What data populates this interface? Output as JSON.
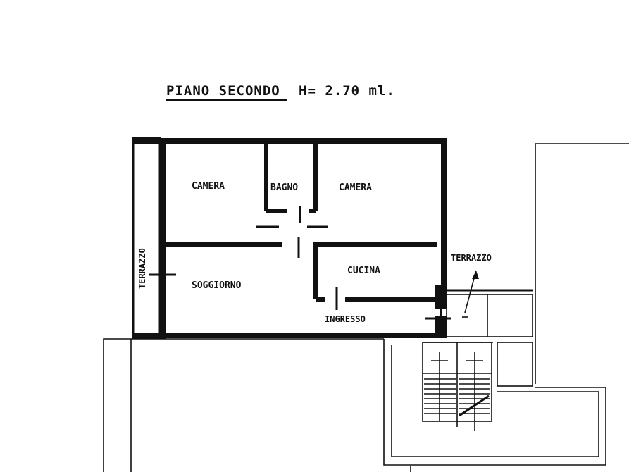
{
  "title": {
    "floor": "PIANO SECONDO",
    "height": "H= 2.70 ml."
  },
  "rooms": {
    "camera_left": "CAMERA",
    "bagno": "BAGNO",
    "camera_right": "CAMERA",
    "soggiorno": "SOGGIORNO",
    "cucina": "CUCINA",
    "ingresso": "INGRESSO",
    "terrazzo_left": "TERRAZZO",
    "terrazzo_right": "TERRAZZO"
  }
}
